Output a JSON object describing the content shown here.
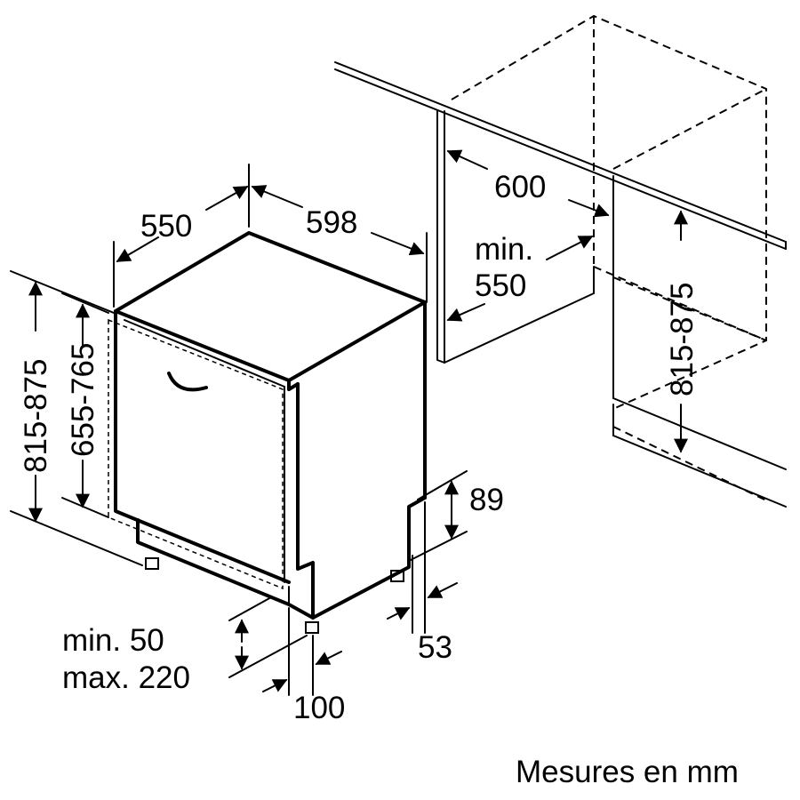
{
  "dimensions": {
    "depth": "550",
    "width": "598",
    "niche_width": "600",
    "niche_min_depth_line1": "min.",
    "niche_min_depth_line2": "550",
    "niche_height": "815-875",
    "appliance_height": "815-875",
    "door_height": "655-765",
    "plinth_height": "89",
    "plinth_depth": "53",
    "foot_adjust_line1": "min. 50",
    "foot_adjust_line2": "max. 220",
    "foot_setback": "100"
  },
  "footer": {
    "units_note": "Mesures en mm"
  }
}
